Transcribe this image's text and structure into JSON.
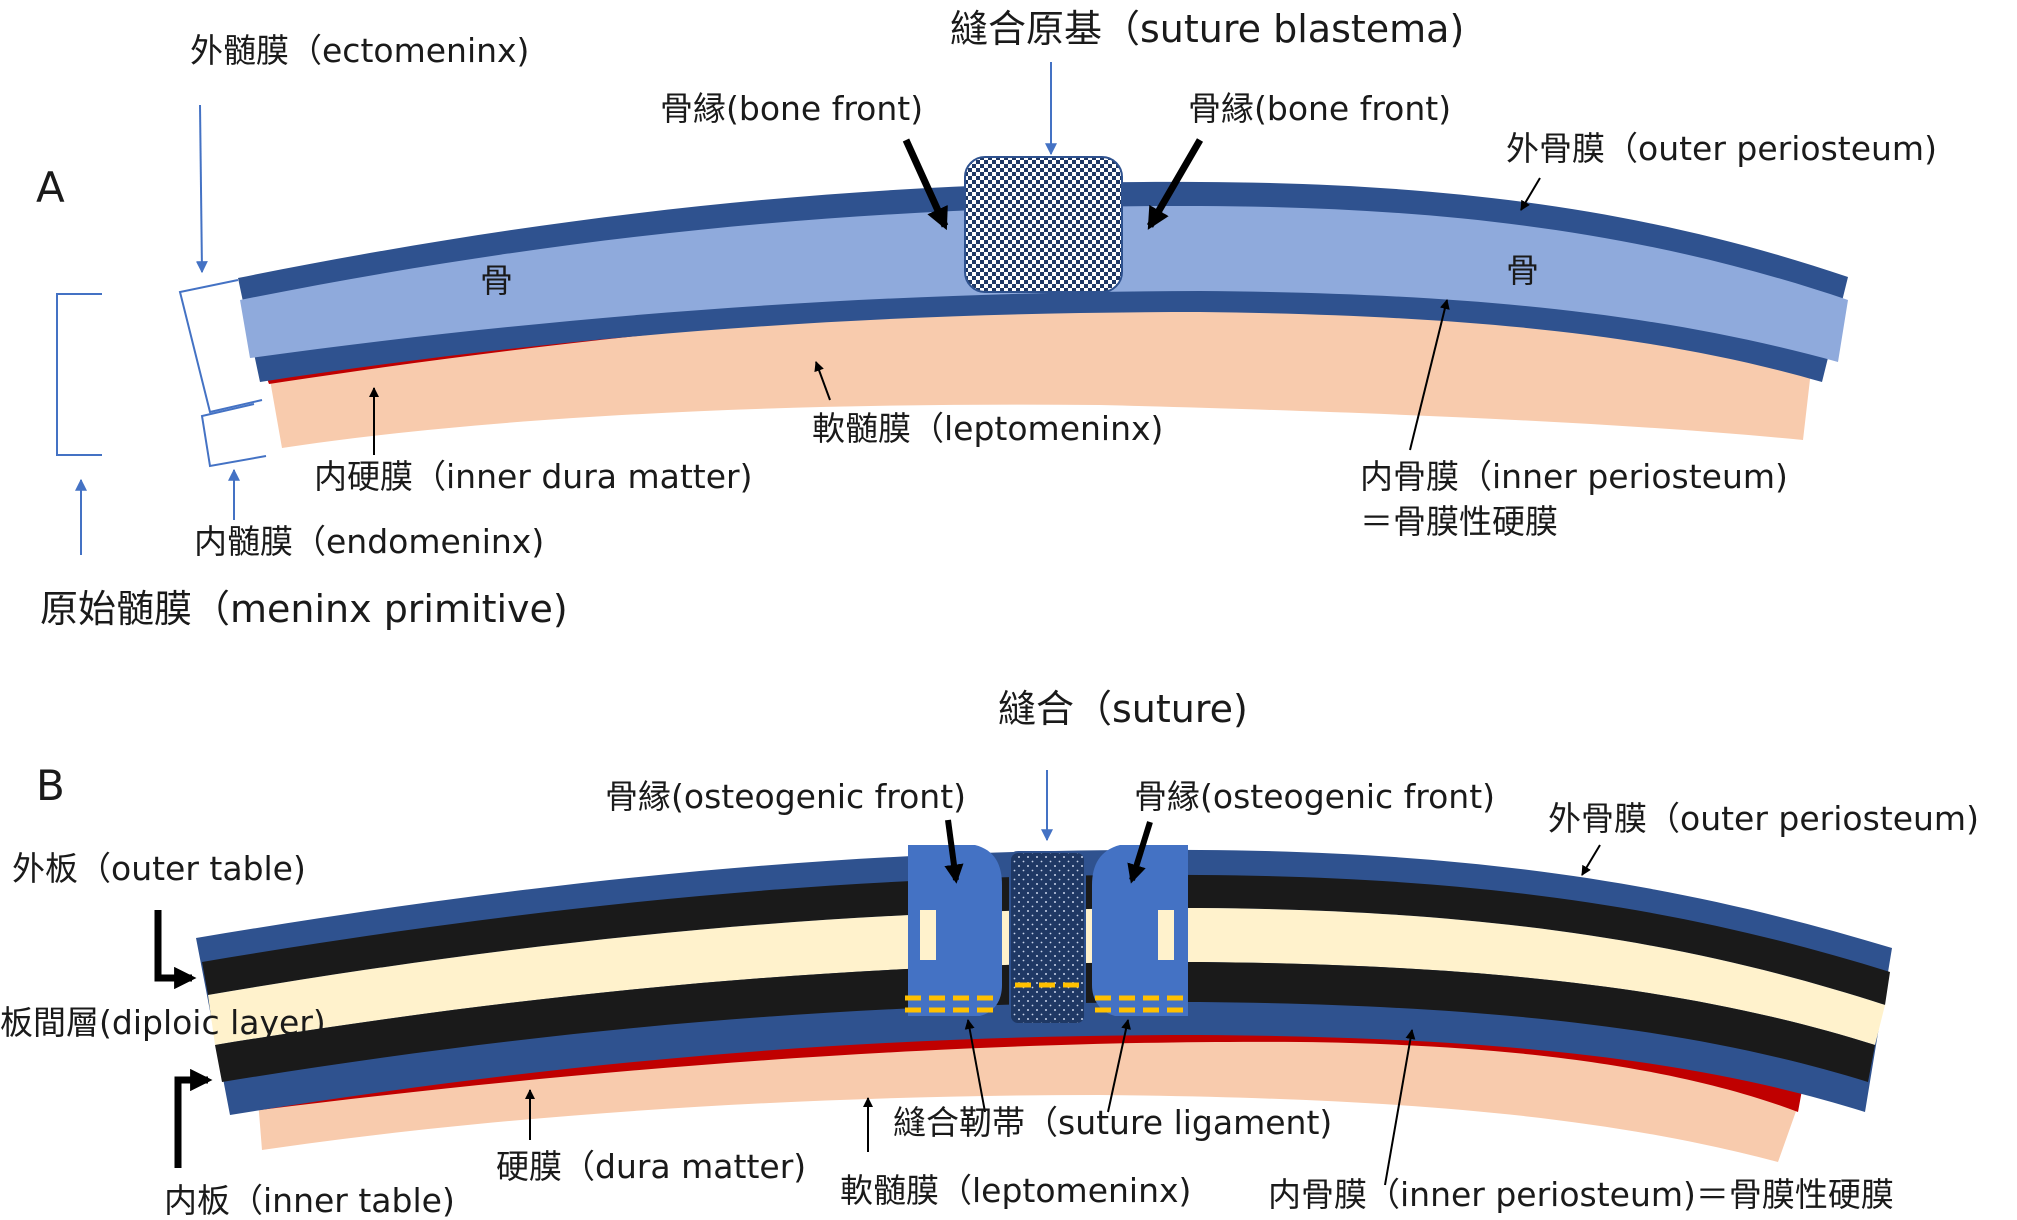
{
  "panel_a": {
    "letter": "A",
    "title": "縫合原基（suture blastema)",
    "ectomeninx": "外髄膜（ectomeninx)",
    "bone_front_left": "骨縁(bone front)",
    "bone_front_right": "骨縁(bone front)",
    "outer_periosteum": "外骨膜（outer periosteum)",
    "bone_left": "骨",
    "bone_right": "骨",
    "leptomeninx": "軟髄膜（leptomeninx)",
    "inner_dura": "内硬膜（inner dura matter)",
    "inner_periosteum": "内骨膜（inner periosteum)",
    "inner_periosteum_eq": "＝骨膜性硬膜",
    "endomeninx": "内髄膜（endomeninx)",
    "meninx_primitive": "原始髄膜（meninx primitive)"
  },
  "panel_b": {
    "letter": "B",
    "title": "縫合（suture)",
    "osteogenic_front_left": "骨縁(osteogenic front)",
    "osteogenic_front_right": "骨縁(osteogenic front)",
    "outer_periosteum": "外骨膜（outer periosteum)",
    "outer_table": "外板（outer table)",
    "diploic_layer": "板間層(diploic layer)",
    "suture_ligament": "縫合靭帯（suture ligament)",
    "dura_matter": "硬膜（dura matter)",
    "leptomeninx": "軟髄膜（leptomeninx)",
    "inner_periosteum": "内骨膜（inner periosteum)＝骨膜性硬膜",
    "inner_table": "内板（inner table)"
  },
  "colors": {
    "periosteum": "#2f528f",
    "bone": "#8faadc",
    "dura_red": "#c00000",
    "leptomeninx": "#f8cbad",
    "blastema": "#1f3864",
    "table_black": "#1a1a1a",
    "diploe": "#fff2cc",
    "osteogenic": "#4472c4",
    "ligament": "#ffc000",
    "arrow_blue": "#4472c4"
  }
}
